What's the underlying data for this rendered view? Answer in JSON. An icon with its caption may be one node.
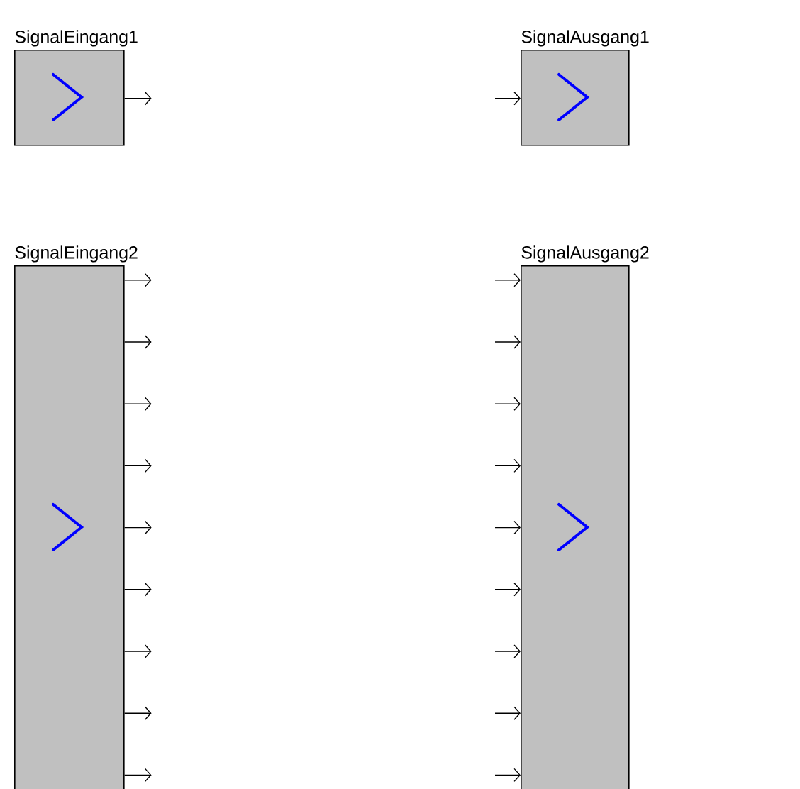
{
  "diagram": {
    "nodes": [
      {
        "text": [
          "SignalEingang1"
        ]
      },
      {
        "text": [
          "SignalAusgang1"
        ]
      },
      {
        "text": [
          "SignalEingang2"
        ]
      },
      {
        "text": [
          "SignalAusgang2"
        ]
      }
    ],
    "edges": [
      {
        "from": 0,
        "to": null,
        "arrow": "to"
      },
      {
        "from": null,
        "to": 1,
        "arrow": "to"
      },
      {
        "from": 2,
        "to": null,
        "arrow": "to"
      },
      {
        "from": 2,
        "to": null,
        "arrow": "to"
      },
      {
        "from": 2,
        "to": null,
        "arrow": "to"
      },
      {
        "from": 2,
        "to": null,
        "arrow": "to"
      },
      {
        "from": 2,
        "to": null,
        "arrow": "to"
      },
      {
        "from": 2,
        "to": null,
        "arrow": "to"
      },
      {
        "from": 2,
        "to": null,
        "arrow": "to"
      },
      {
        "from": 2,
        "to": null,
        "arrow": "to"
      },
      {
        "from": 2,
        "to": null,
        "arrow": "to"
      },
      {
        "from": null,
        "to": 3,
        "arrow": "to"
      },
      {
        "from": null,
        "to": 3,
        "arrow": "to"
      },
      {
        "from": null,
        "to": 3,
        "arrow": "to"
      },
      {
        "from": null,
        "to": 3,
        "arrow": "to"
      },
      {
        "from": null,
        "to": 3,
        "arrow": "to"
      },
      {
        "from": null,
        "to": 3,
        "arrow": "to"
      },
      {
        "from": null,
        "to": 3,
        "arrow": "to"
      },
      {
        "from": null,
        "to": 3,
        "arrow": "to"
      },
      {
        "from": null,
        "to": 3,
        "arrow": "to"
      }
    ]
  }
}
